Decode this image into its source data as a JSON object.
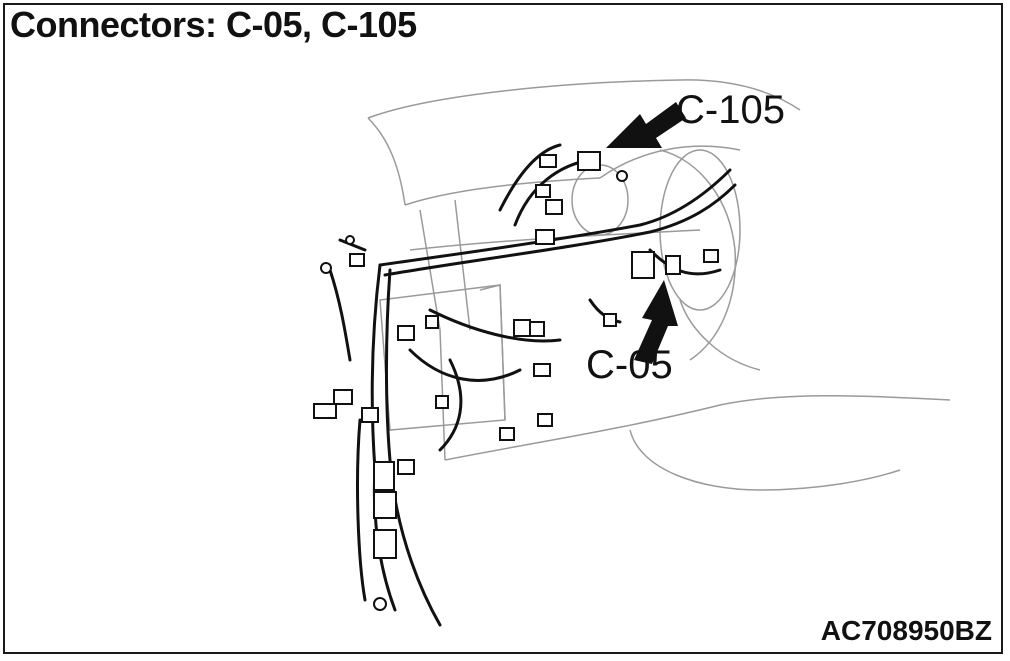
{
  "diagram": {
    "title": "Connectors: C-05, C-105",
    "callouts": [
      {
        "id": "c105",
        "label": "C-105"
      },
      {
        "id": "c05",
        "label": "C-05"
      }
    ],
    "figure_code": "AC708950BZ"
  }
}
